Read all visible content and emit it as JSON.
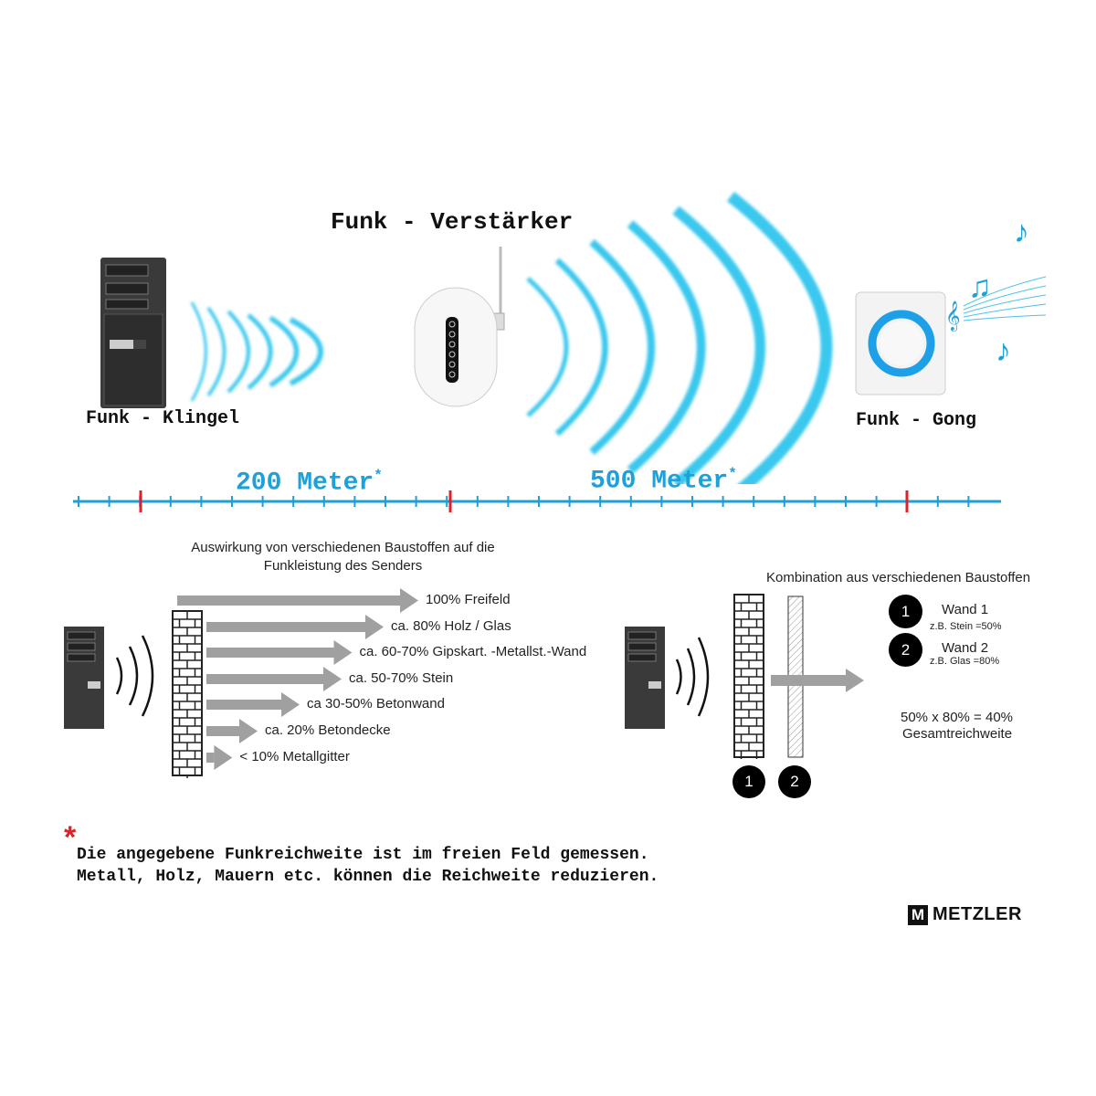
{
  "top": {
    "amplifier_title": "Funk - Verstärker",
    "doorbell_label": "Funk - Klingel",
    "gong_label": "Funk - Gong",
    "range_1": "200 Meter",
    "range_2": "500 Meter",
    "asterisk": "*"
  },
  "materials": {
    "title_line1": "Auswirkung von verschiedenen Baustoffen auf die",
    "title_line2": "Funkleistung des Senders",
    "items": [
      {
        "label": "100% Freifeld",
        "percent": 100
      },
      {
        "label": "ca. 80% Holz / Glas",
        "percent": 80
      },
      {
        "label": "ca. 60-70% Gipskart. -Metallst.-Wand",
        "percent": 65
      },
      {
        "label": "ca. 50-70% Stein",
        "percent": 60
      },
      {
        "label": "ca 30-50% Betonwand",
        "percent": 40
      },
      {
        "label": "ca. 20% Betondecke",
        "percent": 20
      },
      {
        "label": "< 10% Metallgitter",
        "percent": 8
      }
    ]
  },
  "combination": {
    "title": "Kombination aus verschiedenen Baustoffen",
    "wall1_num": "1",
    "wall1_title": "Wand 1",
    "wall1_example": "z.B. Stein =50%",
    "wall2_num": "2",
    "wall2_title": "Wand 2",
    "wall2_example": "z.B. Glas =80%",
    "formula": "50% x 80% = 40%",
    "result_label": "Gesamtreichweite"
  },
  "footnote": {
    "marker": "*",
    "line1": "Die angegebene Funkreichweite ist im freien Feld gemessen.",
    "line2": "Metall, Holz, Mauern etc. können die Reichweite reduzieren."
  },
  "brand": {
    "logo_letter": "M",
    "name": "METZLER"
  },
  "colors": {
    "wave": "#3ac8ee",
    "ruler": "#1e9fd8",
    "major_tick": "#e0202a",
    "arrow": "#a0a0a0"
  }
}
